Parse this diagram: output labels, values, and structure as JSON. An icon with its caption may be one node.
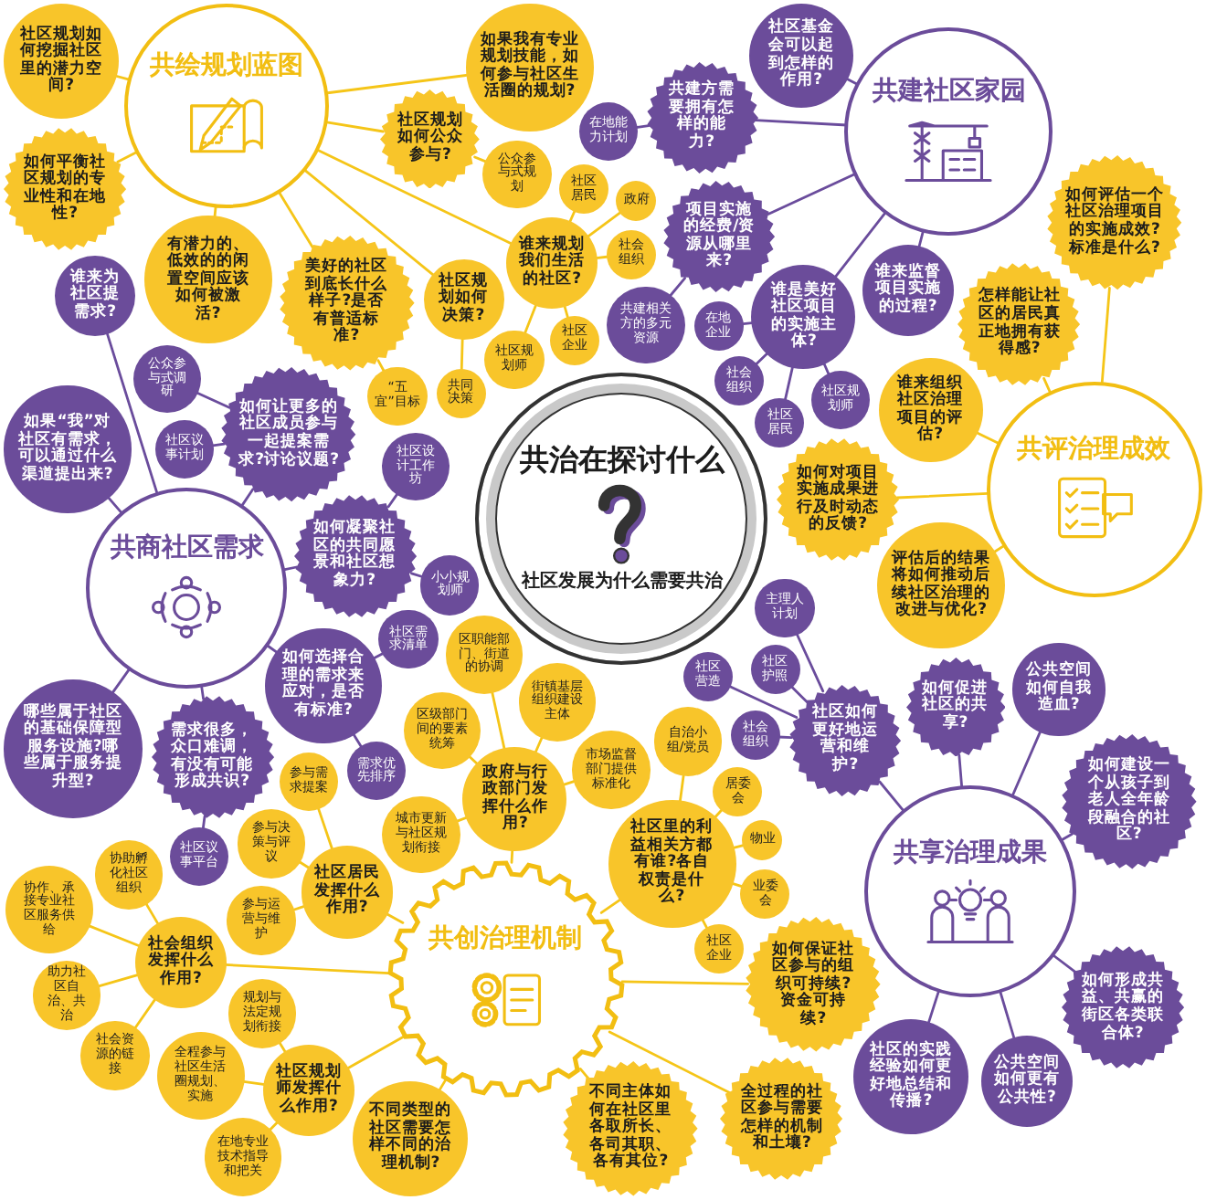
{
  "diagram": {
    "nodes": [
      {
        "text": [
          "共治在探讨什么",
          "社区发展为什么需要共治"
        ]
      },
      {
        "text": [
          "共绘规划蓝图"
        ]
      },
      {
        "text": [
          "社区规划如何挖掘社区里的潜力空间?"
        ]
      },
      {
        "text": [
          "如何平衡社区规划的专业性和在地性?"
        ]
      },
      {
        "text": [
          "如果我有专业规划技能，如何参与社区生活圈的规划?"
        ]
      },
      {
        "text": [
          "社区规划如何公众参与?"
        ]
      },
      {
        "text": [
          "公众参与式规划"
        ]
      },
      {
        "text": [
          "谁来规划我们生活的社区?"
        ]
      },
      {
        "text": [
          "社区居民"
        ]
      },
      {
        "text": [
          "政府"
        ]
      },
      {
        "text": [
          "社会组织"
        ]
      },
      {
        "text": [
          "社区企业"
        ]
      },
      {
        "text": [
          "社区规划师"
        ]
      },
      {
        "text": [
          "社区规划如何决策?"
        ]
      },
      {
        "text": [
          "共同决策"
        ]
      },
      {
        "text": [
          "美好的社区到底长什么样子?是否有普适标准?"
        ]
      },
      {
        "text": [
          "“五宜”目标"
        ]
      },
      {
        "text": [
          "有潜力的、低效的的闲置空间应该如何被激活?"
        ]
      },
      {
        "text": [
          "共建社区家园"
        ]
      },
      {
        "text": [
          "社区基金会可以起到怎样的作用?"
        ]
      },
      {
        "text": [
          "共建方需要拥有怎样的能力?"
        ]
      },
      {
        "text": [
          "在地能力计划"
        ]
      },
      {
        "text": [
          "项目实施的经费/资源从哪里来?"
        ]
      },
      {
        "text": [
          "共建相关方的多元资源"
        ]
      },
      {
        "text": [
          "谁是美好社区项目的实施主体?"
        ]
      },
      {
        "text": [
          "在地企业"
        ]
      },
      {
        "text": [
          "社会组织"
        ]
      },
      {
        "text": [
          "社区居民"
        ]
      },
      {
        "text": [
          "社区规划师"
        ]
      },
      {
        "text": [
          "谁来监督项目实施的过程?"
        ]
      },
      {
        "text": [
          "共评治理成效"
        ]
      },
      {
        "text": [
          "如何评估一个社区治理项目的实施成效?标准是什么?"
        ]
      },
      {
        "text": [
          "怎样能让社区的居民真正地拥有获得感?"
        ]
      },
      {
        "text": [
          "谁来组织社区治理项目的评估?"
        ]
      },
      {
        "text": [
          "如何对项目实施成果进行及时动态的反馈?"
        ]
      },
      {
        "text": [
          "评估后的结果将如何推动后续社区治理的改进与优化?"
        ]
      },
      {
        "text": [
          "共享治理成果"
        ]
      },
      {
        "text": [
          "社区如何更好地运营和维护?"
        ]
      },
      {
        "text": [
          "主理人计划"
        ]
      },
      {
        "text": [
          "社区护照"
        ]
      },
      {
        "text": [
          "社会组织"
        ]
      },
      {
        "text": [
          "社区营造"
        ]
      },
      {
        "text": [
          "如何促进社区的共享?"
        ]
      },
      {
        "text": [
          "公共空间如何自我造血?"
        ]
      },
      {
        "text": [
          "如何建设一个从孩子到老人全年龄段融合的社区?"
        ]
      },
      {
        "text": [
          "如何形成共益、共赢的街区各类联合体?"
        ]
      },
      {
        "text": [
          "公共空间如何更有公共性?"
        ]
      },
      {
        "text": [
          "社区的实践经验如何更好地总结和传播?"
        ]
      },
      {
        "text": [
          "共创治理机制"
        ]
      },
      {
        "text": [
          "政府与行政部门发挥什么作用?"
        ]
      },
      {
        "text": [
          "区职能部门、街道的协调"
        ]
      },
      {
        "text": [
          "区级部门间的要素统筹"
        ]
      },
      {
        "text": [
          "街镇基层组织建设主体"
        ]
      },
      {
        "text": [
          "城市更新与社区规划衔接"
        ]
      },
      {
        "text": [
          "市场监督部门提供标准化"
        ]
      },
      {
        "text": [
          "社区里的利益相关方都有谁?各自权责是什么?"
        ]
      },
      {
        "text": [
          "自治小组/党员"
        ]
      },
      {
        "text": [
          "居委会"
        ]
      },
      {
        "text": [
          "物业"
        ]
      },
      {
        "text": [
          "业委会"
        ]
      },
      {
        "text": [
          "社区企业"
        ]
      },
      {
        "text": [
          "如何保证社区参与的组织可持续?资金可持续?"
        ]
      },
      {
        "text": [
          "全过程的社区参与需要怎样的机制和土壤?"
        ]
      },
      {
        "text": [
          "不同主体如何在社区里各取所长、各司其职、各有其位?"
        ]
      },
      {
        "text": [
          "不同类型的社区需要怎样不同的治理机制?"
        ]
      },
      {
        "text": [
          "社区规划师发挥什么作用?"
        ]
      },
      {
        "text": [
          "规划与法定规划衔接"
        ]
      },
      {
        "text": [
          "全程参与社区生活圈规划、实施"
        ]
      },
      {
        "text": [
          "在地专业技术指导和把关"
        ]
      },
      {
        "text": [
          "社会组织发挥什么作用?"
        ]
      },
      {
        "text": [
          "协助孵化社区组织"
        ]
      },
      {
        "text": [
          "协作、承接专业社区服务供给"
        ]
      },
      {
        "text": [
          "助力社区自治、共治"
        ]
      },
      {
        "text": [
          "社会资源的链接"
        ]
      },
      {
        "text": [
          "社区居民发挥什么作用?"
        ]
      },
      {
        "text": [
          "参与需求提案"
        ]
      },
      {
        "text": [
          "参与决策与评议"
        ]
      },
      {
        "text": [
          "参与运营与维护"
        ]
      },
      {
        "text": [
          "共商社区需求"
        ]
      },
      {
        "text": [
          "谁来为社区提需求?"
        ]
      },
      {
        "text": [
          "如果“我”对社区有需求，可以通过什么渠道提出来?"
        ]
      },
      {
        "text": [
          "如何让更多的社区成员参与一起提案需求?讨论议题?"
        ]
      },
      {
        "text": [
          "公众参与式调研"
        ]
      },
      {
        "text": [
          "社区议事计划"
        ]
      },
      {
        "text": [
          "如何凝聚社区的共同愿景和社区想象力?"
        ]
      },
      {
        "text": [
          "社区设计工作坊"
        ]
      },
      {
        "text": [
          "小小规划师"
        ]
      },
      {
        "text": [
          "如何选择合理的需求来应对，是否有标准?"
        ]
      },
      {
        "text": [
          "社区需求清单"
        ]
      },
      {
        "text": [
          "需求优先排序"
        ]
      },
      {
        "text": [
          "需求很多，众口难调，有没有可能形成共识?"
        ]
      },
      {
        "text": [
          "社区议事平台"
        ]
      },
      {
        "text": [
          "哪些属于社区的基础保障型服务设施?哪些属于服务提升型?"
        ]
      }
    ],
    "edges": [
      {
        "from": 1,
        "to": 2,
        "arrow": "none"
      },
      {
        "from": 1,
        "to": 3,
        "arrow": "none"
      },
      {
        "from": 1,
        "to": 4,
        "arrow": "none"
      },
      {
        "from": 1,
        "to": 5,
        "arrow": "none"
      },
      {
        "from": 5,
        "to": 6,
        "arrow": "none"
      },
      {
        "from": 1,
        "to": 7,
        "arrow": "none"
      },
      {
        "from": 7,
        "to": 8,
        "arrow": "none"
      },
      {
        "from": 7,
        "to": 9,
        "arrow": "none"
      },
      {
        "from": 7,
        "to": 10,
        "arrow": "none"
      },
      {
        "from": 7,
        "to": 11,
        "arrow": "none"
      },
      {
        "from": 7,
        "to": 12,
        "arrow": "none"
      },
      {
        "from": 1,
        "to": 13,
        "arrow": "none"
      },
      {
        "from": 13,
        "to": 14,
        "arrow": "none"
      },
      {
        "from": 1,
        "to": 15,
        "arrow": "none"
      },
      {
        "from": 15,
        "to": 16,
        "arrow": "none"
      },
      {
        "from": 1,
        "to": 17,
        "arrow": "none"
      },
      {
        "from": 18,
        "to": 19,
        "arrow": "none",
        "color": "#6a4c9c"
      },
      {
        "from": 18,
        "to": 20,
        "arrow": "none",
        "color": "#6a4c9c"
      },
      {
        "from": 20,
        "to": 21,
        "arrow": "none",
        "color": "#6a4c9c"
      },
      {
        "from": 18,
        "to": 22,
        "arrow": "none",
        "color": "#6a4c9c"
      },
      {
        "from": 22,
        "to": 23,
        "arrow": "none",
        "color": "#6a4c9c"
      },
      {
        "from": 18,
        "to": 24,
        "arrow": "none",
        "color": "#6a4c9c"
      },
      {
        "from": 24,
        "to": 25,
        "arrow": "none",
        "color": "#6a4c9c"
      },
      {
        "from": 24,
        "to": 26,
        "arrow": "none",
        "color": "#6a4c9c"
      },
      {
        "from": 24,
        "to": 27,
        "arrow": "none",
        "color": "#6a4c9c"
      },
      {
        "from": 24,
        "to": 28,
        "arrow": "none",
        "color": "#6a4c9c"
      },
      {
        "from": 18,
        "to": 29,
        "arrow": "none",
        "color": "#6a4c9c"
      },
      {
        "from": 30,
        "to": 31,
        "arrow": "none"
      },
      {
        "from": 30,
        "to": 32,
        "arrow": "none"
      },
      {
        "from": 30,
        "to": 33,
        "arrow": "none"
      },
      {
        "from": 30,
        "to": 34,
        "arrow": "none"
      },
      {
        "from": 30,
        "to": 35,
        "arrow": "none"
      },
      {
        "from": 36,
        "to": 37,
        "arrow": "none",
        "color": "#6a4c9c"
      },
      {
        "from": 37,
        "to": 38,
        "arrow": "none",
        "color": "#6a4c9c"
      },
      {
        "from": 37,
        "to": 39,
        "arrow": "none",
        "color": "#6a4c9c"
      },
      {
        "from": 37,
        "to": 40,
        "arrow": "none",
        "color": "#6a4c9c"
      },
      {
        "from": 37,
        "to": 41,
        "arrow": "none",
        "color": "#6a4c9c"
      },
      {
        "from": 36,
        "to": 42,
        "arrow": "none",
        "color": "#6a4c9c"
      },
      {
        "from": 36,
        "to": 43,
        "arrow": "none",
        "color": "#6a4c9c"
      },
      {
        "from": 36,
        "to": 44,
        "arrow": "none",
        "color": "#6a4c9c"
      },
      {
        "from": 36,
        "to": 45,
        "arrow": "none",
        "color": "#6a4c9c"
      },
      {
        "from": 36,
        "to": 46,
        "arrow": "none",
        "color": "#6a4c9c"
      },
      {
        "from": 36,
        "to": 47,
        "arrow": "none",
        "color": "#6a4c9c"
      },
      {
        "from": 48,
        "to": 49,
        "arrow": "none"
      },
      {
        "from": 49,
        "to": 50,
        "arrow": "none"
      },
      {
        "from": 49,
        "to": 51,
        "arrow": "none"
      },
      {
        "from": 49,
        "to": 52,
        "arrow": "none"
      },
      {
        "from": 49,
        "to": 53,
        "arrow": "none"
      },
      {
        "from": 49,
        "to": 54,
        "arrow": "none"
      },
      {
        "from": 48,
        "to": 55,
        "arrow": "none"
      },
      {
        "from": 55,
        "to": 56,
        "arrow": "none"
      },
      {
        "from": 55,
        "to": 57,
        "arrow": "none"
      },
      {
        "from": 55,
        "to": 58,
        "arrow": "none"
      },
      {
        "from": 55,
        "to": 59,
        "arrow": "none"
      },
      {
        "from": 55,
        "to": 60,
        "arrow": "none"
      },
      {
        "from": 48,
        "to": 61,
        "arrow": "none"
      },
      {
        "from": 48,
        "to": 62,
        "arrow": "none"
      },
      {
        "from": 48,
        "to": 63,
        "arrow": "none"
      },
      {
        "from": 48,
        "to": 64,
        "arrow": "none"
      },
      {
        "from": 48,
        "to": 65,
        "arrow": "none"
      },
      {
        "from": 65,
        "to": 66,
        "arrow": "none"
      },
      {
        "from": 65,
        "to": 67,
        "arrow": "none"
      },
      {
        "from": 65,
        "to": 68,
        "arrow": "none"
      },
      {
        "from": 48,
        "to": 69,
        "arrow": "none"
      },
      {
        "from": 69,
        "to": 70,
        "arrow": "none"
      },
      {
        "from": 69,
        "to": 71,
        "arrow": "none"
      },
      {
        "from": 69,
        "to": 72,
        "arrow": "none"
      },
      {
        "from": 69,
        "to": 73,
        "arrow": "none"
      },
      {
        "from": 48,
        "to": 74,
        "arrow": "none"
      },
      {
        "from": 74,
        "to": 75,
        "arrow": "none"
      },
      {
        "from": 74,
        "to": 76,
        "arrow": "none"
      },
      {
        "from": 74,
        "to": 77,
        "arrow": "none"
      },
      {
        "from": 78,
        "to": 79,
        "arrow": "none",
        "color": "#6a4c9c"
      },
      {
        "from": 78,
        "to": 80,
        "arrow": "none",
        "color": "#6a4c9c"
      },
      {
        "from": 78,
        "to": 81,
        "arrow": "none",
        "color": "#6a4c9c"
      },
      {
        "from": 81,
        "to": 82,
        "arrow": "none",
        "color": "#6a4c9c"
      },
      {
        "from": 81,
        "to": 83,
        "arrow": "none",
        "color": "#6a4c9c"
      },
      {
        "from": 78,
        "to": 84,
        "arrow": "none",
        "color": "#6a4c9c"
      },
      {
        "from": 84,
        "to": 85,
        "arrow": "none",
        "color": "#6a4c9c"
      },
      {
        "from": 84,
        "to": 86,
        "arrow": "none",
        "color": "#6a4c9c"
      },
      {
        "from": 78,
        "to": 87,
        "arrow": "none",
        "color": "#6a4c9c"
      },
      {
        "from": 87,
        "to": 88,
        "arrow": "none",
        "color": "#6a4c9c"
      },
      {
        "from": 87,
        "to": 89,
        "arrow": "none",
        "color": "#6a4c9c"
      },
      {
        "from": 78,
        "to": 90,
        "arrow": "none",
        "color": "#6a4c9c"
      },
      {
        "from": 90,
        "to": 91,
        "arrow": "none",
        "color": "#6a4c9c"
      },
      {
        "from": 78,
        "to": 92,
        "arrow": "none",
        "color": "#6a4c9c"
      }
    ]
  }
}
